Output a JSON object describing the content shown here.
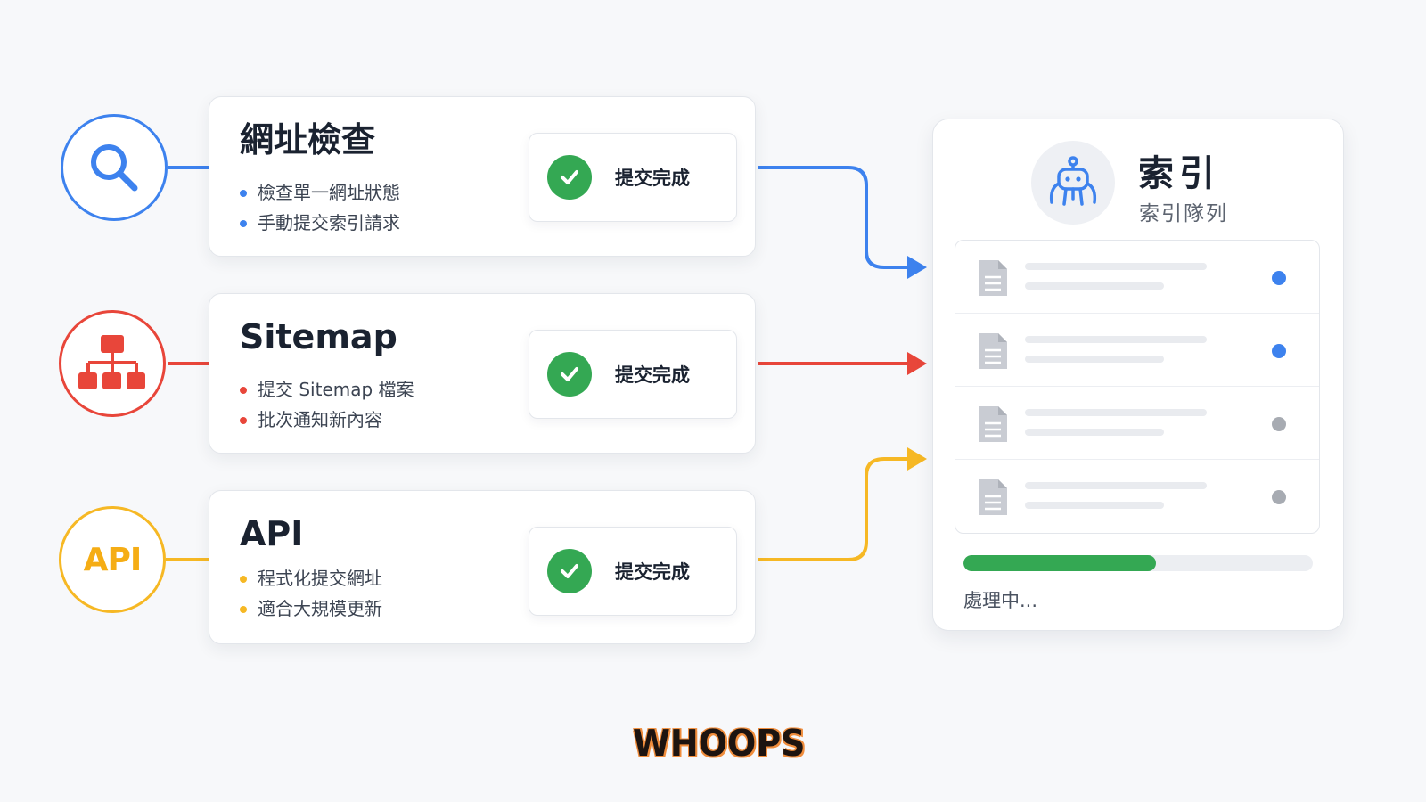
{
  "sources": [
    {
      "icon": "search-icon",
      "color": "#3d82ee",
      "title": "網址檢查",
      "bullets": [
        "檢查單一網址狀態",
        "手動提交索引請求"
      ],
      "status": "提交完成"
    },
    {
      "icon": "sitemap-icon",
      "color": "#e8463a",
      "title": "Sitemap",
      "bullets": [
        "提交 Sitemap 檔案",
        "批次通知新內容"
      ],
      "status": "提交完成"
    },
    {
      "icon": "api-icon",
      "icon_text": "API",
      "color": "#f6b824",
      "title": "API",
      "bullets": [
        "程式化提交網址",
        "適合大規模更新"
      ],
      "status": "提交完成"
    }
  ],
  "index_panel": {
    "icon": "robot-icon",
    "title": "索引",
    "subtitle": "索引隊列",
    "queue_items": [
      {
        "icon": "document-icon",
        "status_color": "#3d82ee"
      },
      {
        "icon": "document-icon",
        "status_color": "#3d82ee"
      },
      {
        "icon": "document-icon",
        "status_color": "#a7abb2"
      },
      {
        "icon": "document-icon",
        "status_color": "#a7abb2"
      }
    ],
    "progress": 0.55,
    "progress_color": "#34a853",
    "progress_label": "處理中..."
  },
  "logo": "WHOOPS"
}
